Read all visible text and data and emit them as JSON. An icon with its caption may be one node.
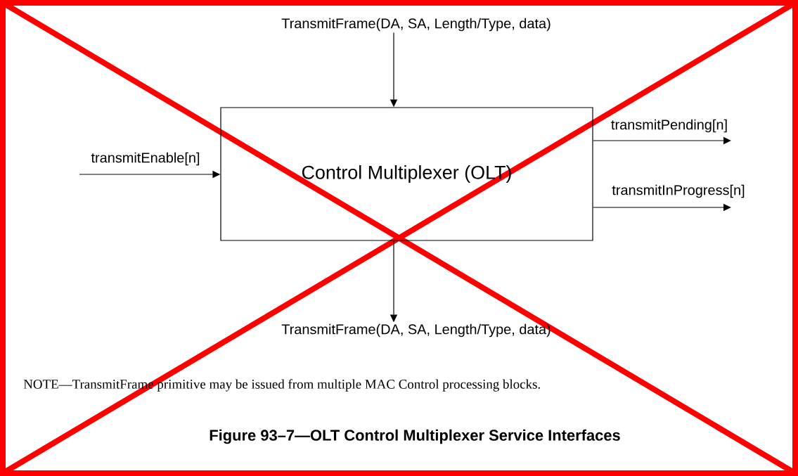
{
  "diagram": {
    "caption": "Figure 93–7—OLT Control Multiplexer Service Interfaces",
    "nodes": [
      {
        "text": [
          "Control Multiplexer (OLT)"
        ]
      },
      {
        "text": [
          "TransmitFrame(DA, SA, Length/Type, data)"
        ]
      },
      {
        "text": [
          "TransmitFrame(DA, SA, Length/Type, data)"
        ]
      }
    ],
    "edges": [
      {
        "from": 1,
        "to": 0,
        "arrow": "to"
      },
      {
        "from": 0,
        "to": 2,
        "arrow": "to"
      },
      {
        "from": null,
        "to": 0,
        "arrow": "to",
        "label": "transmitEnable[n]"
      },
      {
        "from": 0,
        "to": null,
        "arrow": "to",
        "label": "transmitPending[n]"
      },
      {
        "from": 0,
        "to": null,
        "arrow": "to",
        "label": "transmitInProgress[n]"
      }
    ],
    "labels": [
      "NOTE—TransmitFrame primitive may be issued from multiple MAC Control processing blocks."
    ]
  }
}
